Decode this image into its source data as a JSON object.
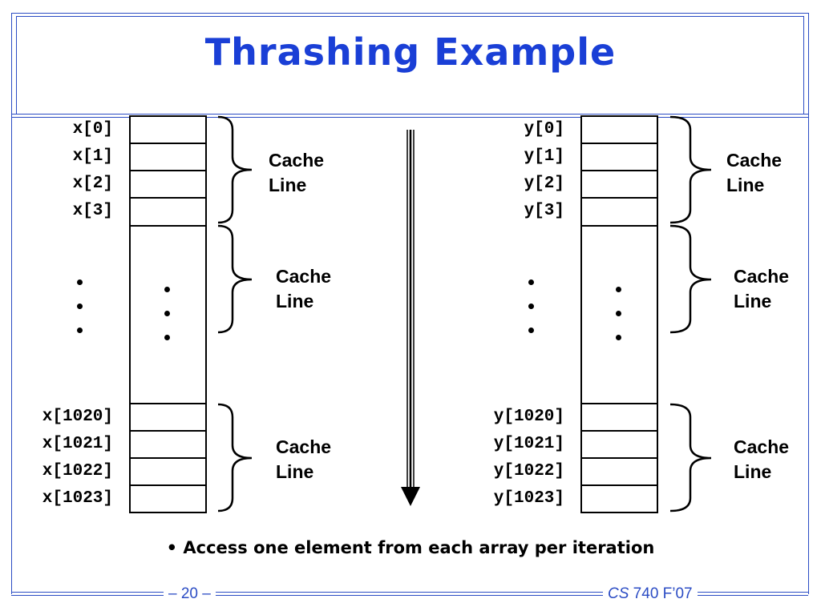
{
  "title": "Thrashing Example",
  "arrays": {
    "x": {
      "top_labels": [
        "x[0]",
        "x[1]",
        "x[2]",
        "x[3]"
      ],
      "bottom_labels": [
        "x[1020]",
        "x[1021]",
        "x[1022]",
        "x[1023]"
      ]
    },
    "y": {
      "top_labels": [
        "y[0]",
        "y[1]",
        "y[2]",
        "y[3]"
      ],
      "bottom_labels": [
        "y[1020]",
        "y[1021]",
        "y[1022]",
        "y[1023]"
      ]
    }
  },
  "cache_label_line1": "Cache",
  "cache_label_line2": "Line",
  "bullet": "• Access one element from each array per iteration",
  "footer": {
    "page": "– 20 –",
    "course_prefix": "CS",
    "course_rest": " 740 F’07"
  }
}
